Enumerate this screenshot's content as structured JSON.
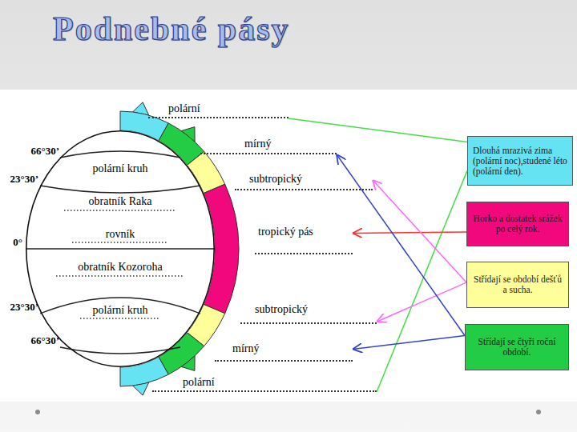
{
  "diagram": {
    "title": "Podnebné pásy",
    "nodes": [
      {
        "text": [
          "polární kruh",
          "obratník Raka",
          "rovník",
          "obratník Kozoroha",
          "polární kruh"
        ]
      },
      {
        "text": [
          "polární"
        ]
      },
      {
        "text": [
          "mírný"
        ]
      },
      {
        "text": [
          "subtropický"
        ]
      },
      {
        "text": [
          "tropický pás"
        ]
      },
      {
        "text": [
          "subtropický"
        ]
      },
      {
        "text": [
          "mírný"
        ]
      },
      {
        "text": [
          "polární"
        ]
      },
      {
        "text": [
          "Dlouhá mrazivá zima (polární noc),studené léto (polární den)."
        ]
      },
      {
        "text": [
          "Horko a dostatek srážek po celý rok."
        ]
      },
      {
        "text": [
          "Střídají se období dešťů a sucha."
        ]
      },
      {
        "text": [
          "Střídají se čtyři roční období."
        ]
      }
    ],
    "edges": [
      {
        "from": 8,
        "to": 1,
        "arrow": "none"
      },
      {
        "from": 8,
        "to": 7,
        "arrow": "none"
      },
      {
        "from": 9,
        "to": 4,
        "arrow": "to"
      },
      {
        "from": 10,
        "to": 3,
        "arrow": "to"
      },
      {
        "from": 10,
        "to": 5,
        "arrow": "to"
      },
      {
        "from": 11,
        "to": 2,
        "arrow": "to"
      },
      {
        "from": 11,
        "to": 6,
        "arrow": "to"
      }
    ],
    "labels": [
      "66°30’",
      "23°30’",
      "0°",
      "23°30’",
      "66°30’"
    ]
  }
}
